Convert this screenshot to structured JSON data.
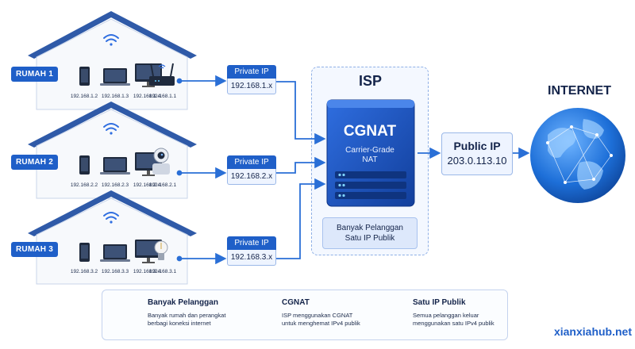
{
  "houses": [
    {
      "label": "RUMAH 1",
      "device_ips": [
        "192.168.1.2",
        "192.168.1.3",
        "192.168.1.4",
        "192.168.1.1"
      ],
      "private_ip_title": "Private IP",
      "private_ip": "192.168.1.x"
    },
    {
      "label": "RUMAH 2",
      "device_ips": [
        "192.168.2.2",
        "192.168.2.3",
        "192.168.2.4",
        "192.168.2.1"
      ],
      "private_ip_title": "Private IP",
      "private_ip": "192.168.2.x"
    },
    {
      "label": "RUMAH 3",
      "device_ips": [
        "192.168.3.2",
        "192.168.3.3",
        "192.168.3.4",
        "192.168.3.1"
      ],
      "private_ip_title": "Private IP",
      "private_ip": "192.168.3.x"
    }
  ],
  "isp": {
    "title": "ISP",
    "server_title": "CGNAT",
    "server_subtitle_line1": "Carrier-Grade",
    "server_subtitle_line2": "NAT",
    "caption_line1": "Banyak Pelanggan",
    "caption_line2": "Satu IP Publik"
  },
  "public_ip": {
    "label": "Public IP",
    "value": "203.0.113.10"
  },
  "internet": {
    "title": "INTERNET"
  },
  "legend": [
    {
      "icon": "users-icon",
      "title": "Banyak Pelanggan",
      "line1": "Banyak rumah dan perangkat",
      "line2": "berbagi koneksi internet"
    },
    {
      "icon": "shield-check-icon",
      "title": "CGNAT",
      "line1": "ISP menggunakan CGNAT",
      "line2": "untuk menghemat IPv4 publik"
    },
    {
      "icon": "globe-icon",
      "title": "Satu IP Publik",
      "line1": "Semua pelanggan keluar",
      "line2": "menggunakan satu IPv4 publik"
    }
  ],
  "credit": "xianxiahub.net",
  "colors": {
    "primary": "#1f5fc8",
    "dark": "#14244a",
    "arrow": "#2a6fd6",
    "roof": "#2f5aa8"
  }
}
